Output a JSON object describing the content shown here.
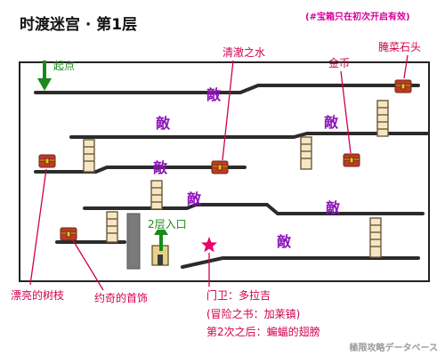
{
  "title": "时渡迷宫 · 第1层",
  "note": "(#宝箱只在初次开启有效)",
  "start_label": "起点",
  "floor2_label": "2层入口",
  "enemy_glyph": "敵",
  "treasures": {
    "top_middle": "清澈之水",
    "top_right1": "金币",
    "top_right2": "腌菜石头",
    "bottom_left1": "漂亮的树枝",
    "bottom_left2": "约奇的首饰"
  },
  "npc": {
    "name": "门卫：多拉吉",
    "line2": "(冒险之书：加莱镇)",
    "line3": "第2次之后：蝙蝠的翅膀"
  },
  "watermark": "極限攻略データベース",
  "colors": {
    "enemy": "#8e14b8",
    "label_red": "#d1004e",
    "label_green": "#1a8a1a",
    "note": "#d6009a",
    "chest": "#c0392b"
  }
}
